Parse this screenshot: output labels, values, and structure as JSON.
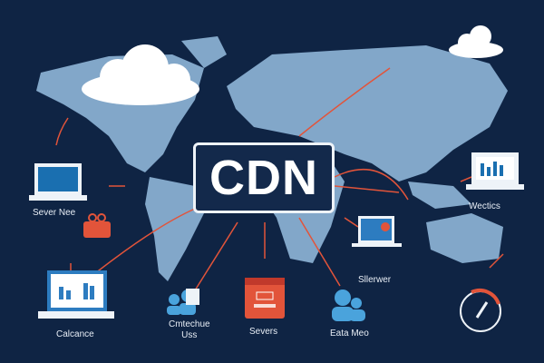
{
  "title": "CDN",
  "labels": {
    "server_node": "Sever Nee",
    "metrics": "Wectics",
    "sllerwer": "Sllerwer",
    "calcance": "Calcance",
    "cmtechue_line1": "Cmtechue",
    "cmtechue_line2": "Uss",
    "servers": "Severs",
    "data_meo": "Eata Meo"
  },
  "colors": {
    "background": "#0f2444",
    "map": "#8fb6d8",
    "accent": "#e2543a",
    "light": "#eef3f8"
  }
}
